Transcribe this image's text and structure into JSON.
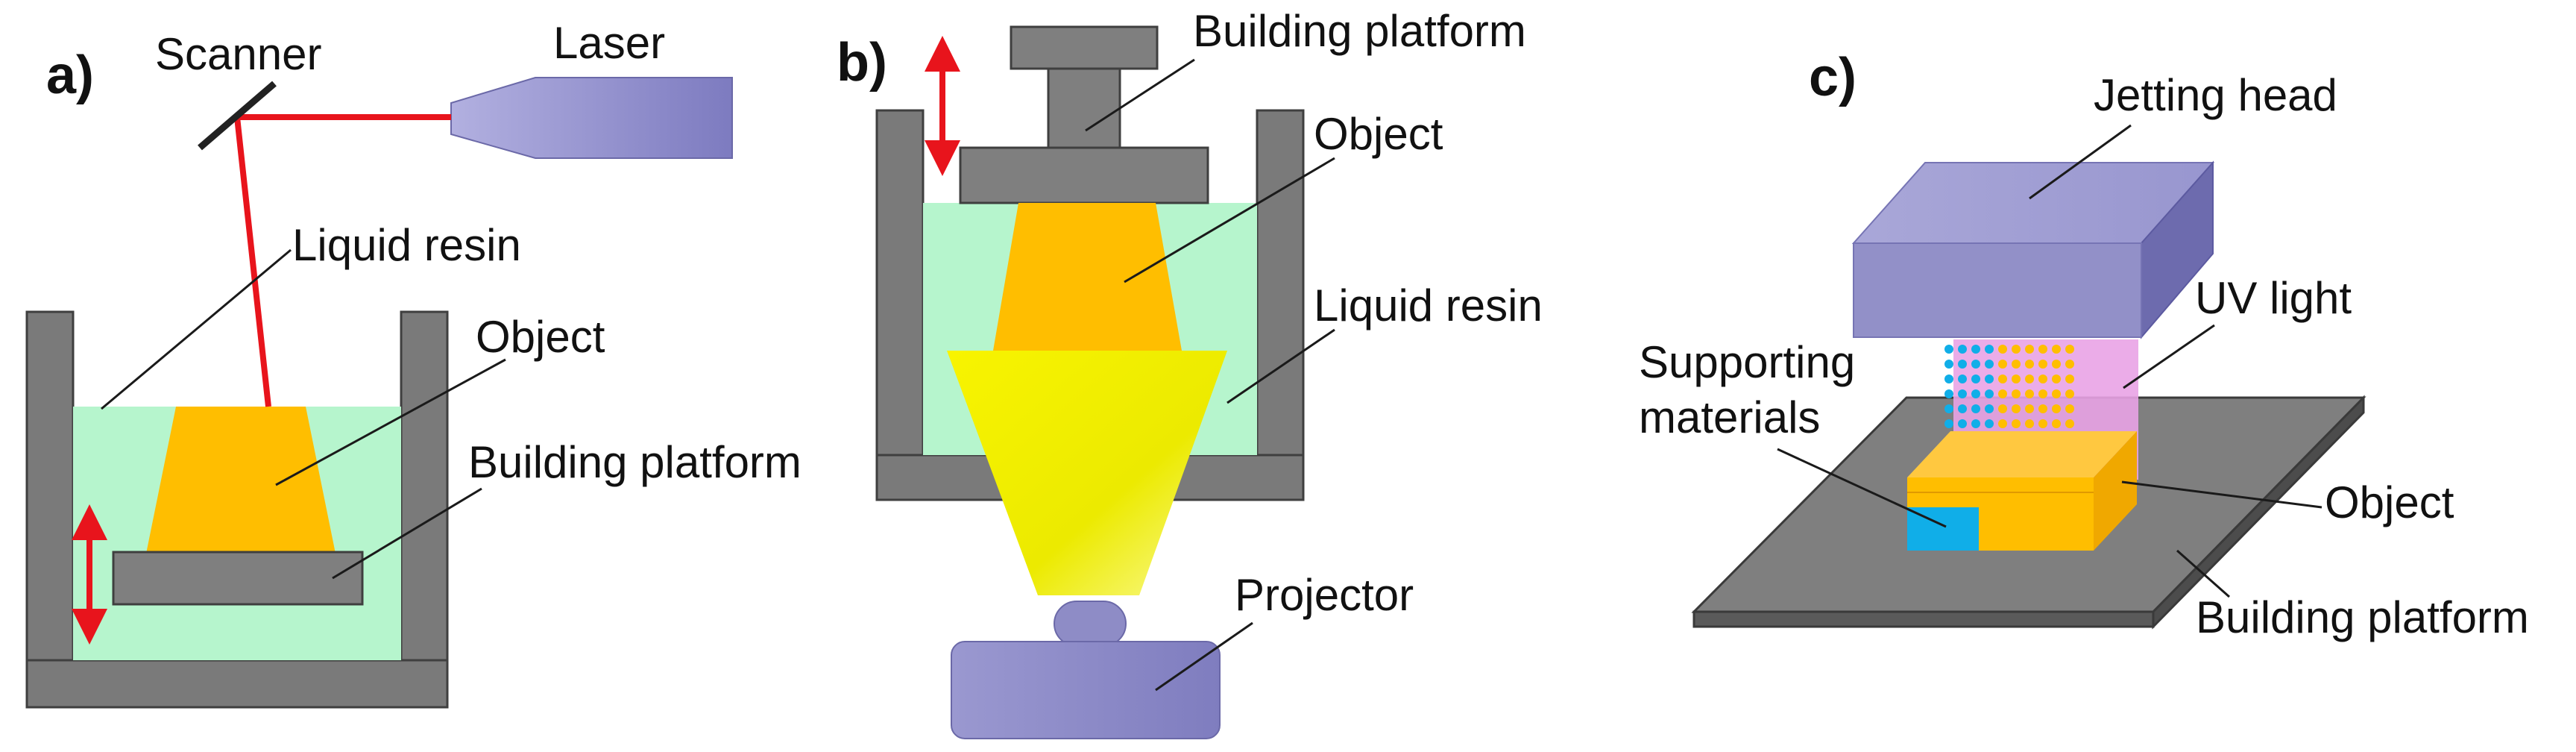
{
  "panels": {
    "a": {
      "label": "a)",
      "labels": {
        "scanner": "Scanner",
        "laser": "Laser",
        "liquid_resin": "Liquid resin",
        "object": "Object",
        "building_platform": "Building platform"
      }
    },
    "b": {
      "label": "b)",
      "labels": {
        "building_platform": "Building platform",
        "object": "Object",
        "liquid_resin": "Liquid resin",
        "projector": "Projector"
      }
    },
    "c": {
      "label": "c)",
      "labels": {
        "jetting_head": "Jetting head",
        "uv_light": "UV light",
        "supporting_line1": "Supporting",
        "supporting_line2": "materials",
        "object": "Object",
        "building_platform": "Building platform"
      }
    }
  },
  "colors": {
    "vat_wall": "#7a7a7a",
    "vat_edge": "#3f3f3f",
    "resin": "#b6f5cd",
    "object": "#ffbe00",
    "platform": "#7f7f7f",
    "laser_beam": "#e8141c",
    "arrow": "#e8141c",
    "device": "#8e8cc6",
    "uv_light": "#e9a3e6",
    "support": "#10aee8",
    "projection": "#f5f000"
  }
}
